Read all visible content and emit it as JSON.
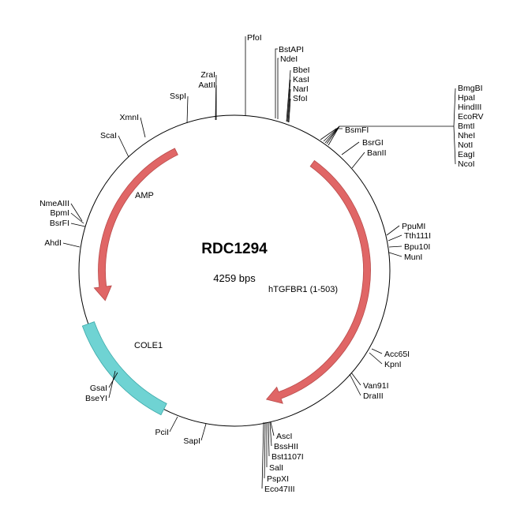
{
  "plasmid": {
    "name": "RDC1294",
    "size_label": "4259 bps"
  },
  "colors": {
    "arrow_fill": "#e06666",
    "arrow_stroke": "#b84a4a",
    "ori_fill": "#6fd3d3",
    "ori_stroke": "#3aa8a8",
    "line": "#000000"
  },
  "features": [
    {
      "name": "AMP",
      "kind": "arrow"
    },
    {
      "name": "hTGFBR1 (1-503)",
      "kind": "arrow"
    },
    {
      "name": "COLE1",
      "kind": "origin"
    }
  ],
  "sites": [
    "PfoI",
    "BstAPI",
    "NdeI",
    "BbeI",
    "KasI",
    "NarI",
    "SfoI",
    "BsmFI",
    "BmgBI",
    "HpaI",
    "HindIII",
    "EcoRV",
    "BmtI",
    "NheI",
    "NotI",
    "EagI",
    "NcoI",
    "BsrGI",
    "BanII",
    "PpuMI",
    "Tth111I",
    "Bpu10I",
    "MunI",
    "Acc65I",
    "KpnI",
    "Van91I",
    "DraIII",
    "AscI",
    "BssHII",
    "Bst1107I",
    "SalI",
    "PspXI",
    "Eco47III",
    "SapI",
    "PciI",
    "GsaI",
    "BseYI",
    "AhdI",
    "NmeAIII",
    "BpmI",
    "BsrFI",
    "ScaI",
    "XmnI",
    "SspI",
    "ZraI",
    "AatII"
  ]
}
